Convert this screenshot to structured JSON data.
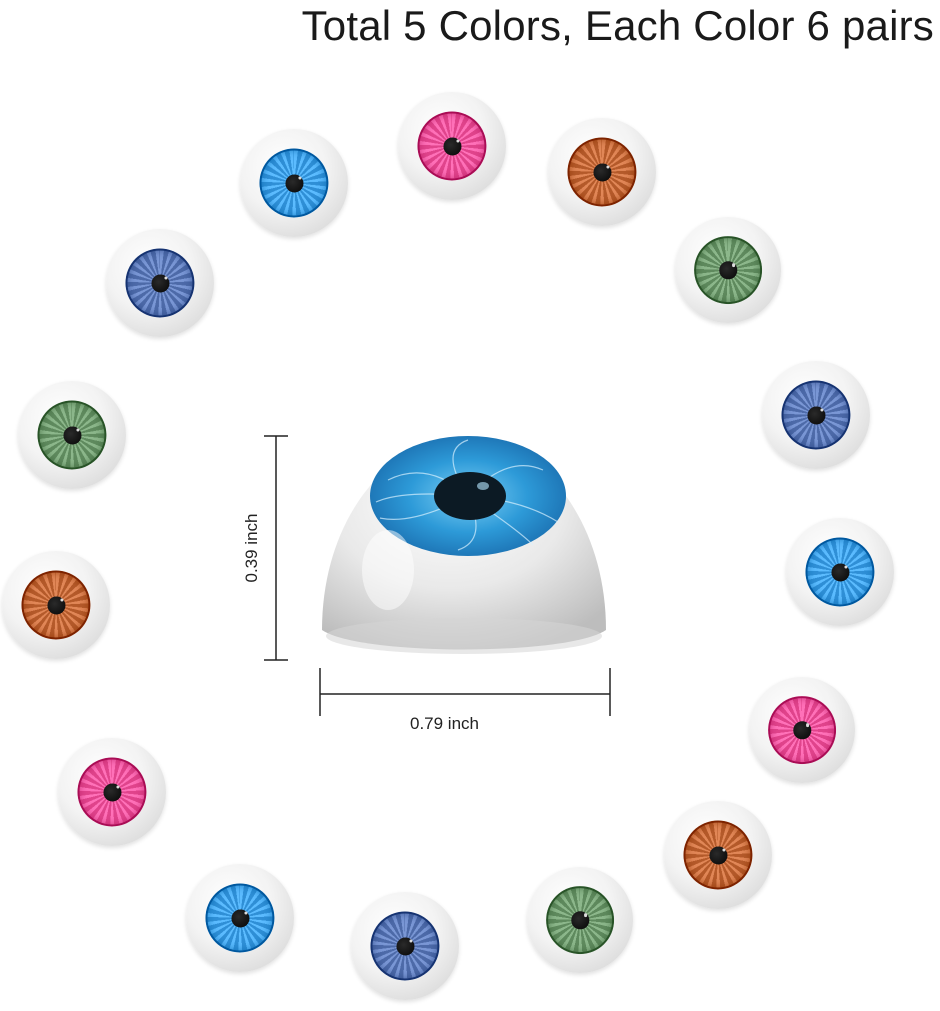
{
  "headline": "Total 5 Colors, Each Color 6 pairs",
  "dimensions": {
    "height_label": "0.39 inch",
    "width_label": "0.79 inch"
  },
  "iris_colors": {
    "blue": "#2f8fd6",
    "navy": "#4d6aa8",
    "magenta": "#e0448c",
    "brown": "#b45a2a",
    "green": "#5f8a5e"
  },
  "ring_eyes": [
    {
      "color": "blue"
    },
    {
      "color": "magenta"
    },
    {
      "color": "brown"
    },
    {
      "color": "green"
    },
    {
      "color": "navy"
    },
    {
      "color": "blue"
    },
    {
      "color": "magenta"
    },
    {
      "color": "brown"
    },
    {
      "color": "green"
    },
    {
      "color": "navy"
    },
    {
      "color": "blue"
    },
    {
      "color": "magenta"
    },
    {
      "color": "brown"
    },
    {
      "color": "green"
    },
    {
      "color": "navy"
    }
  ]
}
